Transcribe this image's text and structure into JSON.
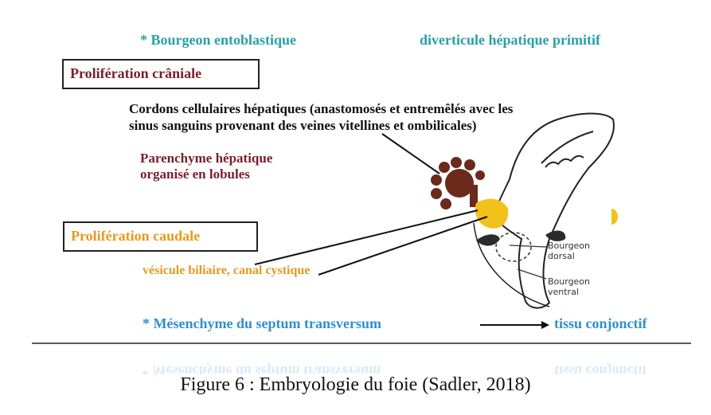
{
  "header": {
    "bourgeon_entoblastique": "* Bourgeon entoblastique",
    "diverticule": "diverticule hépatique primitif"
  },
  "labels": {
    "proliferation_craniale": "Prolifération crâniale",
    "cordons_line1": "Cordons cellulaires hépatiques (anastomosés et entremêlés avec les",
    "cordons_line2": "sinus sanguins provenant des veines vitellines et ombilicales)",
    "parenchyme_line1": "Parenchyme hépatique",
    "parenchyme_line2": "organisé en lobules",
    "proliferation_caudale": "Prolifération caudale",
    "vesicule": "vésicule biliaire, canal cystique",
    "mesenchyme": "* Mésenchyme du septum transversum",
    "tissu": "tissu conjonctif",
    "bourgeon_dorsal_1": "Bourgeon",
    "bourgeon_dorsal_2": "dorsal",
    "bourgeon_ventral_1": "Bourgeon",
    "bourgeon_ventral_2": "ventral"
  },
  "caption": "Figure 6 : Embryologie du foie (Sadler, 2018)",
  "colors": {
    "teal": "#2aa0a8",
    "maroon": "#7b1e2b",
    "orange": "#e49a1e",
    "blue": "#2f8fd0",
    "liver_brown": "#6b2a1c",
    "gallbladder_yellow": "#f2c21a",
    "pancreas_dark": "#2b2b2b"
  }
}
